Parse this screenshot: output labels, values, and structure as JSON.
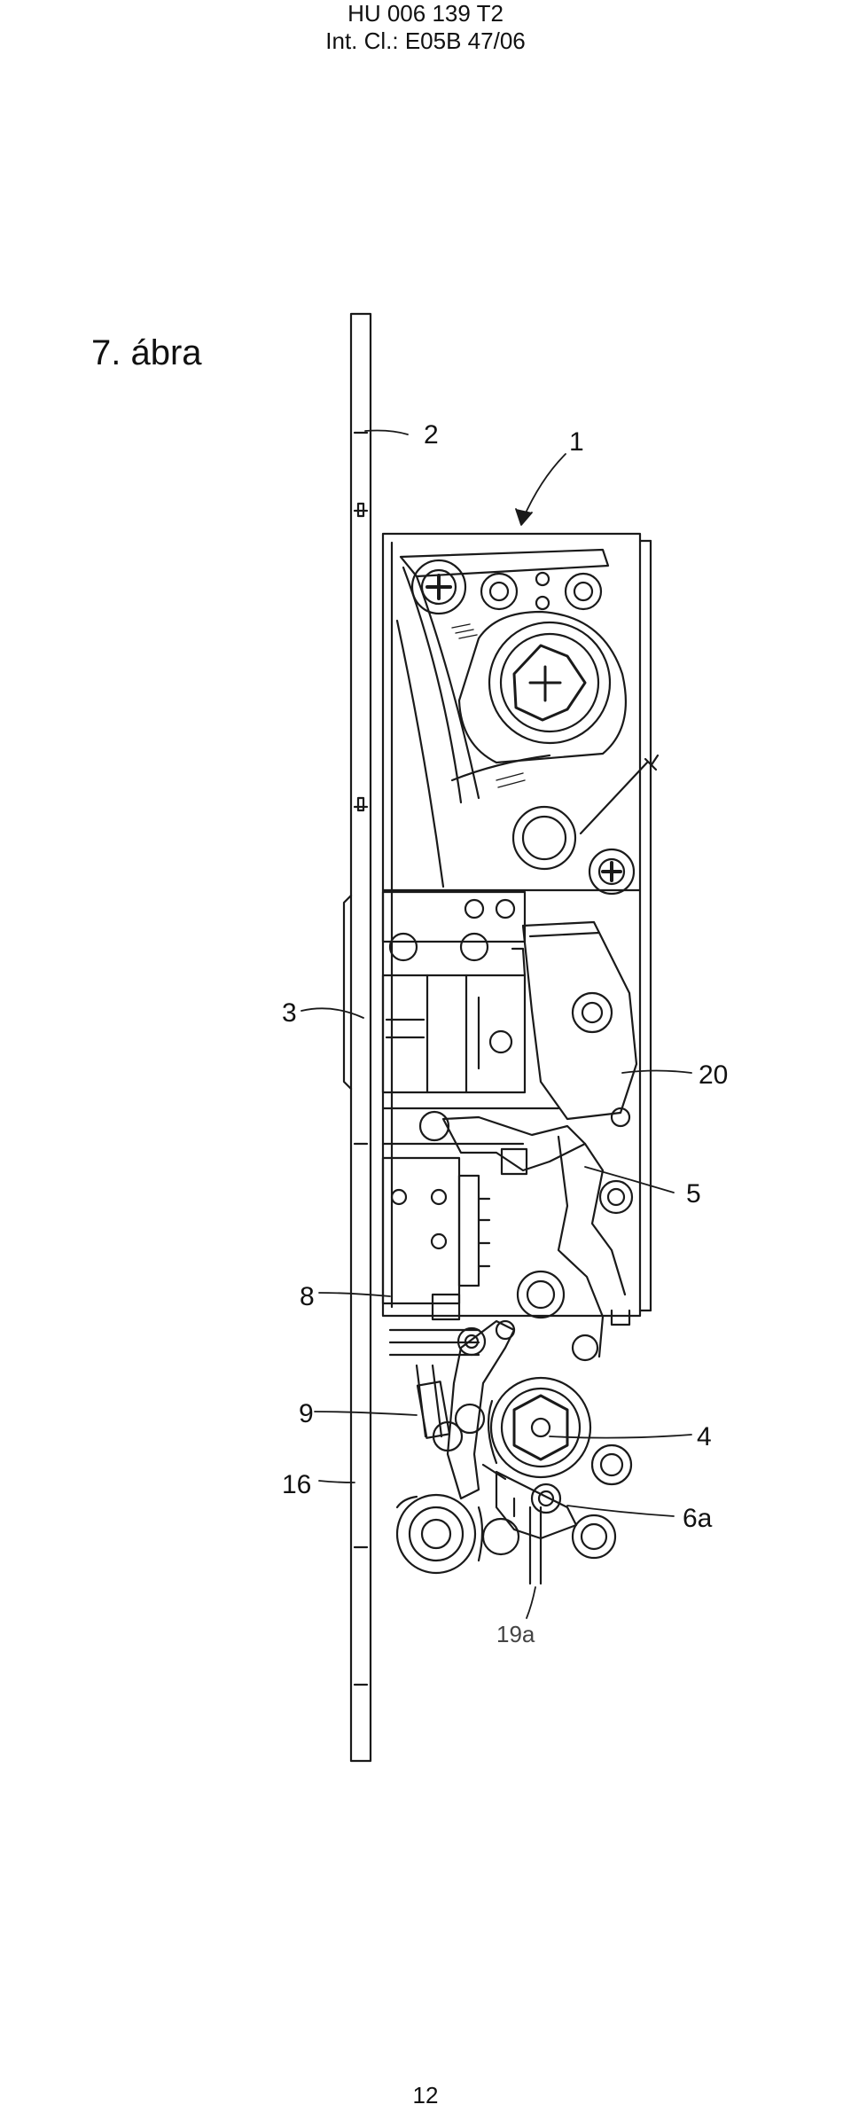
{
  "header": {
    "pub_number": "HU 006 139 T2",
    "classification": "Int. Cl.: E05B 47/06"
  },
  "figure": {
    "title": "7. ábra",
    "labels": {
      "l1": "1",
      "l2": "2",
      "l3": "3",
      "l20": "20",
      "l5": "5",
      "l8": "8",
      "l9": "9",
      "l4": "4",
      "l16": "16",
      "l6a": "6a",
      "l19a": "19a"
    }
  },
  "footer": {
    "page_number": "12"
  },
  "colors": {
    "ink": "#111111",
    "paper": "#ffffff"
  }
}
